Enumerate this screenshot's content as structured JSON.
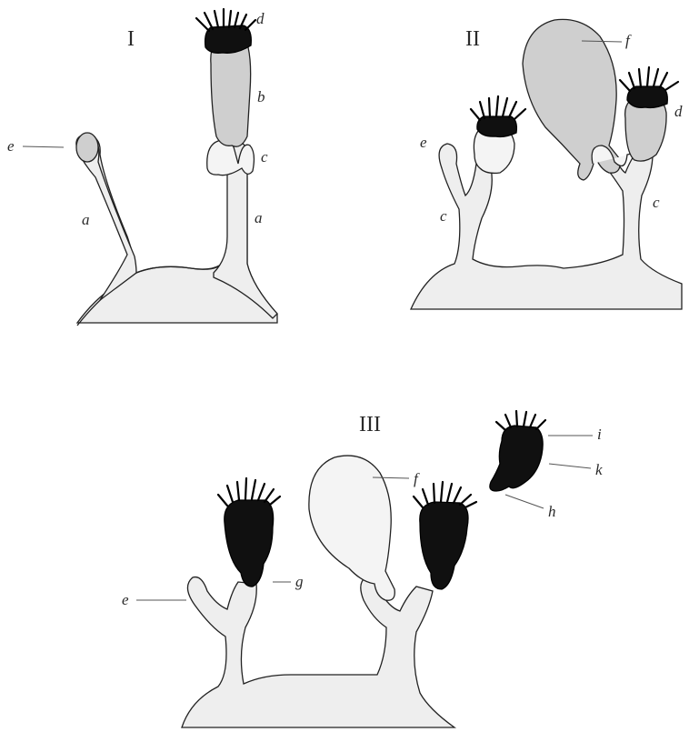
{
  "panels": [
    {
      "id": "I",
      "numeral": "I"
    },
    {
      "id": "II",
      "numeral": "II"
    },
    {
      "id": "III",
      "numeral": "III"
    }
  ],
  "labels": {
    "p1_d": "d",
    "p1_b": "b",
    "p1_c": "c",
    "p1_a_right": "a",
    "p1_e": "e",
    "p1_a_left": "a",
    "p2_f": "f",
    "p2_d": "d",
    "p2_e": "e",
    "p2_c_left": "c",
    "p2_c_right": "c",
    "p3_i": "i",
    "p3_k": "k",
    "p3_h": "h",
    "p3_f": "f",
    "p3_g": "g",
    "p3_e": "e"
  },
  "colors": {
    "stalk": "#eeeeee",
    "gonangium": "#cfcfcf",
    "medusa": "#101010",
    "outline": "#222222"
  }
}
